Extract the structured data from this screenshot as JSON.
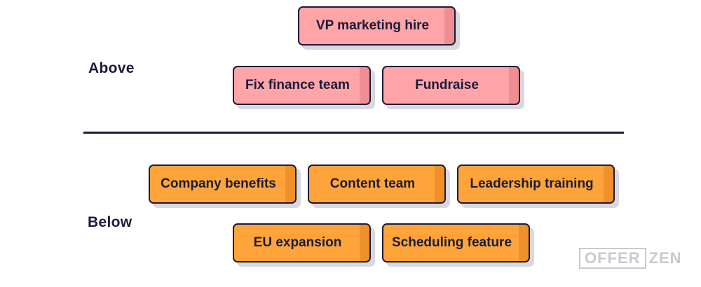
{
  "labels": {
    "above": "Above",
    "below": "Below"
  },
  "above_cards": [
    "VP marketing hire",
    "Fix finance team",
    "Fundraise"
  ],
  "below_cards": [
    "Company benefits",
    "Content team",
    "Leadership training",
    "EU expansion",
    "Scheduling feature"
  ],
  "logo": {
    "part1": "OFFER",
    "part2": "ZEN"
  },
  "colors": {
    "above_card": "#ffa5a8",
    "below_card": "#ffa43a",
    "ink": "#1b1b3a"
  }
}
